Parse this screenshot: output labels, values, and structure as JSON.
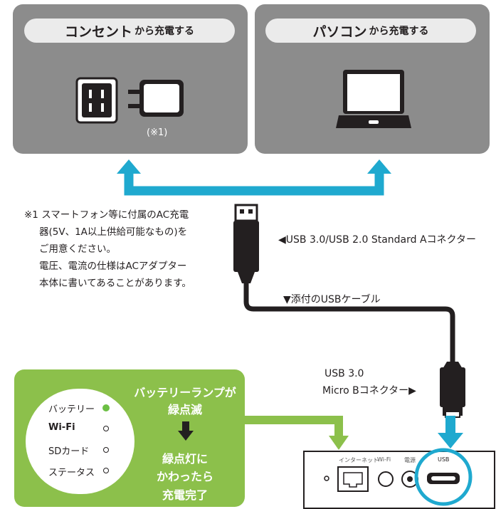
{
  "panels": {
    "outlet": {
      "title_main": "コンセント",
      "title_sub": "から充電する",
      "note_ref": "(※1)"
    },
    "pc": {
      "title_main": "パソコン",
      "title_sub": "から充電する"
    }
  },
  "footnote": {
    "mark": "※1",
    "lines": [
      "スマートフォン等に付属のAC充電",
      "器(5V、1A以上供給可能なもの)を",
      "ご用意ください。",
      "電圧、電流の仕様はACアダプター",
      "本体に書いてあることがあります。"
    ]
  },
  "labels": {
    "connector_a": "◀USB 3.0/USB 2.0 Standard Aコネクター",
    "cable": "▼添付のUSBケーブル",
    "connector_b_line1": "USB 3.0",
    "connector_b_line2": "Micro Bコネクター▶"
  },
  "status_panel": {
    "leds": [
      "バッテリー",
      "Wi-Fi",
      "SDカード",
      "ステータス"
    ],
    "blink_line1": "バッテリーランプが",
    "blink_line2": "緑点滅",
    "done_line1": "緑点灯に",
    "done_line2": "かわったら",
    "done_line3": "充電完了"
  },
  "device": {
    "ports": {
      "internet": "インターネット",
      "wifi": "Wi-Fi",
      "power": "電源",
      "usb": "USB"
    }
  },
  "colors": {
    "panel_gray": "#8c8c8c",
    "cyan": "#1fa9cf",
    "green": "#8cc04b",
    "led_green": "#6cbf44"
  }
}
